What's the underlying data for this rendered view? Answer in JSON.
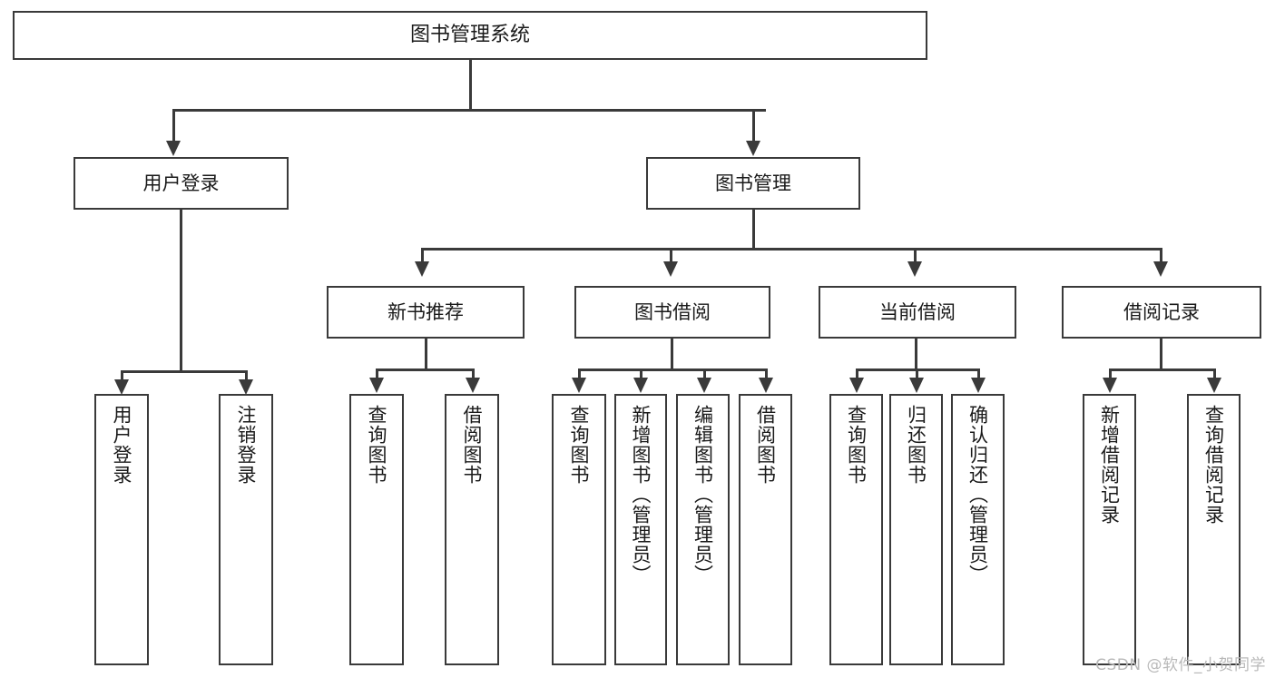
{
  "diagram": {
    "type": "tree",
    "title": "图书管理系统",
    "root": {
      "label": "图书管理系统"
    },
    "level1": [
      {
        "id": "user-login",
        "label": "用户登录"
      },
      {
        "id": "book-management",
        "label": "图书管理"
      }
    ],
    "level2": [
      {
        "id": "new-book-recommend",
        "label": "新书推荐",
        "parent": "book-management"
      },
      {
        "id": "book-borrow",
        "label": "图书借阅",
        "parent": "book-management"
      },
      {
        "id": "current-borrow",
        "label": "当前借阅",
        "parent": "book-management"
      },
      {
        "id": "borrow-record",
        "label": "借阅记录",
        "parent": "book-management"
      }
    ],
    "leaves": [
      {
        "id": "leaf-user-login",
        "label": "用户登录",
        "parent": "user-login"
      },
      {
        "id": "leaf-logout-login",
        "label": "注销登录",
        "parent": "user-login"
      },
      {
        "id": "leaf-query-book-1",
        "label": "查询图书",
        "parent": "new-book-recommend"
      },
      {
        "id": "leaf-borrow-book-1",
        "label": "借阅图书",
        "parent": "new-book-recommend"
      },
      {
        "id": "leaf-query-book-2",
        "label": "查询图书",
        "parent": "book-borrow"
      },
      {
        "id": "leaf-add-book-admin",
        "label": "新增图书（管理员）",
        "parent": "book-borrow"
      },
      {
        "id": "leaf-edit-book-admin",
        "label": "编辑图书（管理员）",
        "parent": "book-borrow"
      },
      {
        "id": "leaf-borrow-book-2",
        "label": "借阅图书",
        "parent": "book-borrow"
      },
      {
        "id": "leaf-query-book-3",
        "label": "查询图书",
        "parent": "current-borrow"
      },
      {
        "id": "leaf-return-book",
        "label": "归还图书",
        "parent": "current-borrow"
      },
      {
        "id": "leaf-confirm-return-admin",
        "label": "确认归还（管理员）",
        "parent": "current-borrow"
      },
      {
        "id": "leaf-add-borrow-record",
        "label": "新增借阅记录",
        "parent": "borrow-record"
      },
      {
        "id": "leaf-query-borrow-record",
        "label": "查询借阅记录",
        "parent": "borrow-record"
      }
    ],
    "colors": {
      "stroke": "#3a3a3a",
      "fill": "#ffffff",
      "text": "#1a1a1a",
      "watermark": "#b9b9b9"
    }
  },
  "watermark": {
    "text": "CSDN @软件_小贺同学"
  }
}
